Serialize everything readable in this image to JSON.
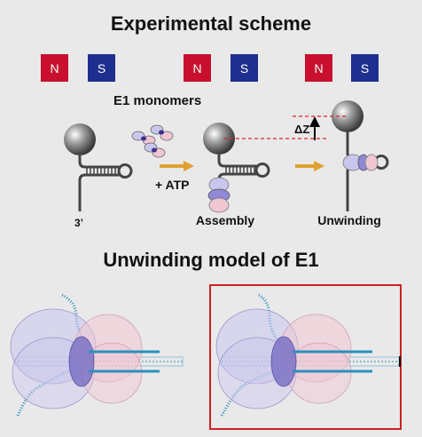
{
  "title_top": "Experimental scheme",
  "title_bottom": "Unwinding model of E1",
  "magnet": {
    "north": "N",
    "south": "S"
  },
  "labels": {
    "monomers": "E1 monomers",
    "atp": "+ ATP",
    "three_prime": "3’",
    "assembly": "Assembly",
    "unwinding": "Unwinding",
    "delta_z": "ΔZ"
  },
  "colors": {
    "background": "#e9e9e9",
    "magnet_n": "#c8102e",
    "magnet_s": "#1f2f8f",
    "arrow": "#e0a030",
    "dna_strand": "#2a8fbf",
    "highlight_box": "#cc2222",
    "protein_blue": "#9aa0e0",
    "protein_pink": "#e8a0b8"
  }
}
